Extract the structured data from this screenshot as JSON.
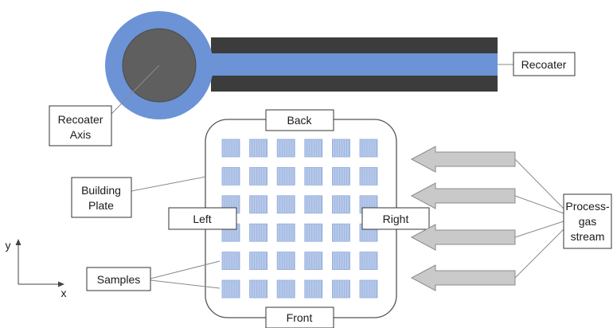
{
  "colors": {
    "outer_ring": "#6b93d6",
    "core": "#5f5f5f",
    "rail_dark": "#3c3c3c",
    "rail_blue": "#6b93d6",
    "sample_fill": "#b7c9ea",
    "sample_line": "#8ea9d8",
    "arrow_fill": "#c9c9c9",
    "arrow_stroke": "#8c8c8c",
    "plate_stroke": "#555555",
    "leader": "#8a8a8a"
  },
  "labels": {
    "recoater": "Recoater",
    "recoater_axis": [
      "Recoater",
      "Axis"
    ],
    "back": "Back",
    "front": "Front",
    "left": "Left",
    "right": "Right",
    "building_plate": [
      "Building",
      "Plate"
    ],
    "samples": "Samples",
    "process_gas": [
      "Process-",
      "gas",
      "stream"
    ]
  },
  "axes": {
    "y": "y",
    "x": "x"
  },
  "samples_grid": {
    "rows": 6,
    "cols": 6
  },
  "gas_arrows": 4
}
